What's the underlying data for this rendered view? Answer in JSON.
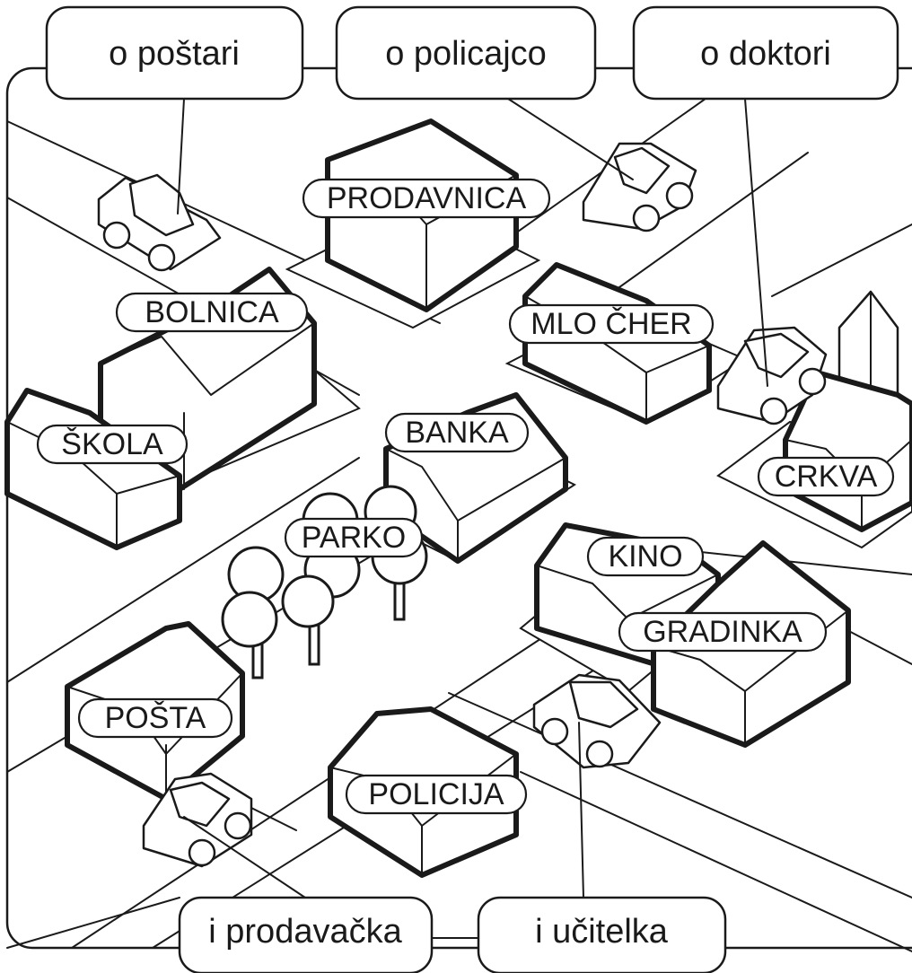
{
  "people": {
    "postman": "o poštari",
    "policeman": "o policajco",
    "doctor": "o doktori",
    "saleswoman": "i prodavačka",
    "teacher": "i učitelka"
  },
  "places": {
    "shop": "PRODAVNICA",
    "dairy": "MLO ČHER",
    "hospital": "BOLNICA",
    "school": "ŠKOLA",
    "bank": "BANKA",
    "park": "PARKO",
    "church": "CRKVA",
    "cinema": "KINO",
    "kindergarten": "GRADINKA",
    "post_office": "POŠTA",
    "police_station": "POLICIJA"
  }
}
